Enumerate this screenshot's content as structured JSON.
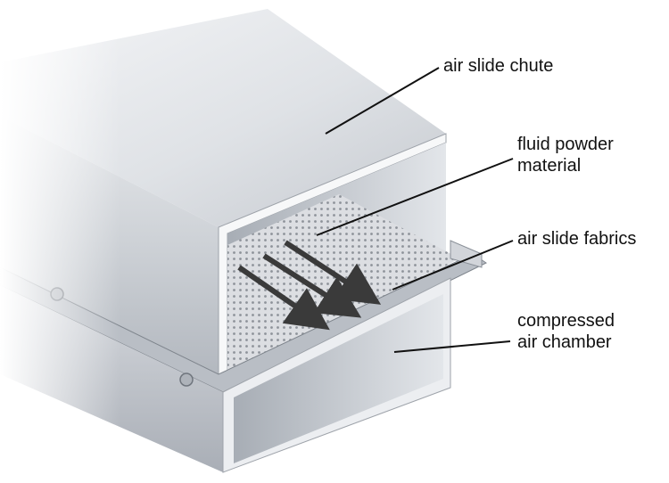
{
  "labels": {
    "air_slide_chute": "air slide chute",
    "fluid_powder_material": [
      "fluid powder",
      "material"
    ],
    "air_slide_fabrics": "air slide fabrics",
    "compressed_air_chamber": [
      "compressed",
      "air chamber"
    ]
  },
  "colors": {
    "metal_light": "#eef0f3",
    "metal_mid": "#c9cdd3",
    "metal_dark": "#8d939b",
    "fabric": "#d9dbe0",
    "arrow": "#3a3a3a",
    "leader_line": "#111111"
  }
}
